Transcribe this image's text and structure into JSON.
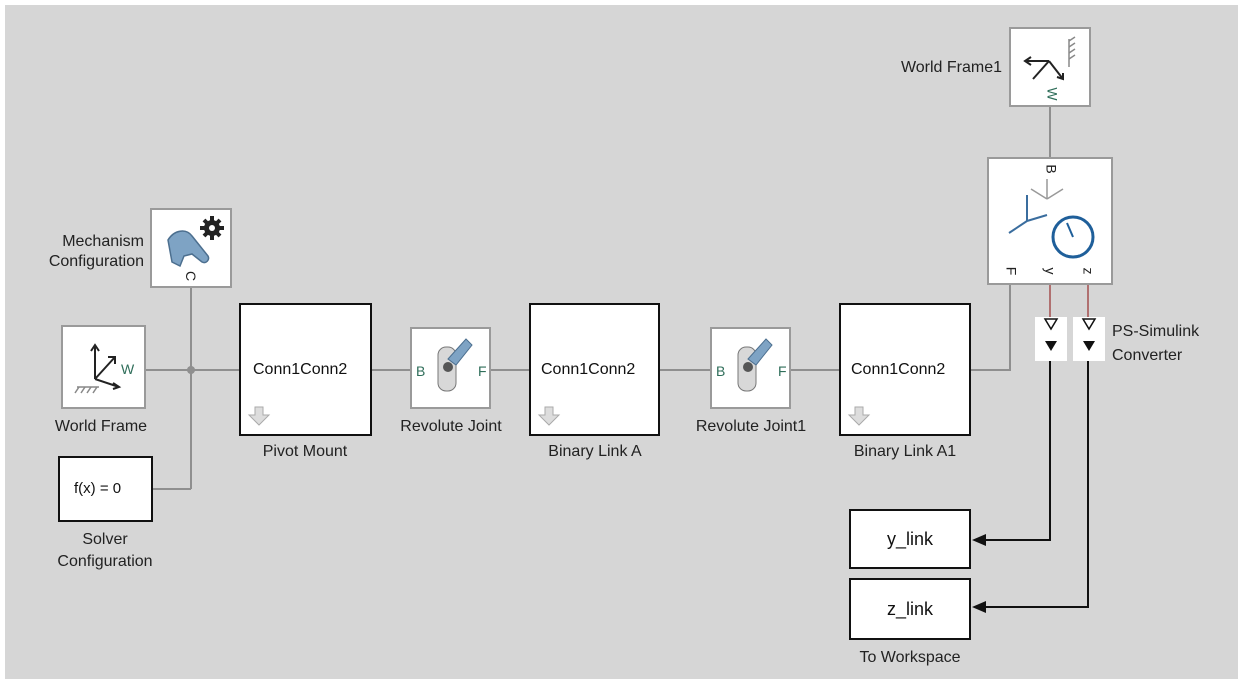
{
  "blocks": {
    "world_frame": {
      "label": "World Frame",
      "port": "W"
    },
    "world_frame1": {
      "label": "World Frame1",
      "port": "W"
    },
    "mech_config": {
      "label_line1": "Mechanism",
      "label_line2": "Configuration",
      "port": "C"
    },
    "solver_config": {
      "label_line1": "Solver",
      "label_line2": "Configuration",
      "text": "f(x) = 0"
    },
    "pivot_mount": {
      "label": "Pivot Mount",
      "text": "Conn1Conn2"
    },
    "revolute_joint": {
      "label": "Revolute Joint",
      "port_b": "B",
      "port_f": "F"
    },
    "binary_link_a": {
      "label": "Binary Link A",
      "text": "Conn1Conn2"
    },
    "revolute_joint1": {
      "label": "Revolute Joint1",
      "port_b": "B",
      "port_f": "F"
    },
    "binary_link_a1": {
      "label": "Binary Link A1",
      "text": "Conn1Conn2"
    },
    "transform_sensor": {
      "port_b": "B",
      "port_f": "F",
      "port_y": "y",
      "port_z": "z"
    },
    "ps_converter": {
      "label_line1": "PS-Simulink",
      "label_line2": "Converter"
    },
    "y_link": {
      "text": "y_link"
    },
    "z_link": {
      "text": "z_link",
      "label": "To Workspace"
    }
  }
}
